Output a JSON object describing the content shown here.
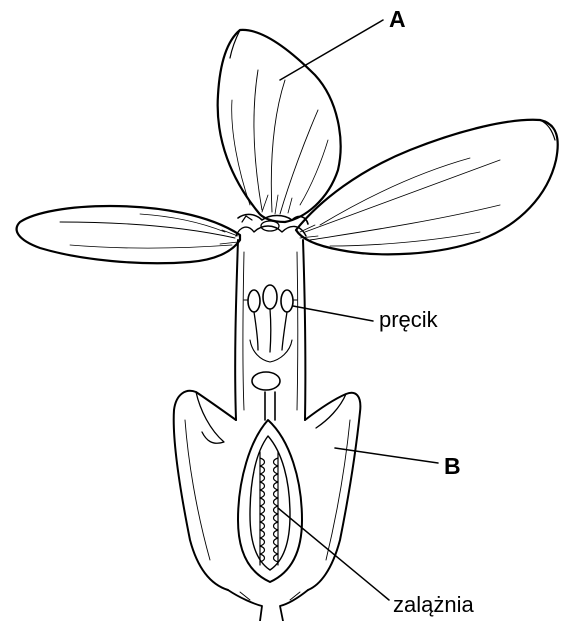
{
  "labels": {
    "a": "A",
    "b": "B",
    "precik": "pręcik",
    "zalaznia": "zalążnia"
  },
  "colors": {
    "ink": "#000000",
    "background": "#ffffff"
  }
}
